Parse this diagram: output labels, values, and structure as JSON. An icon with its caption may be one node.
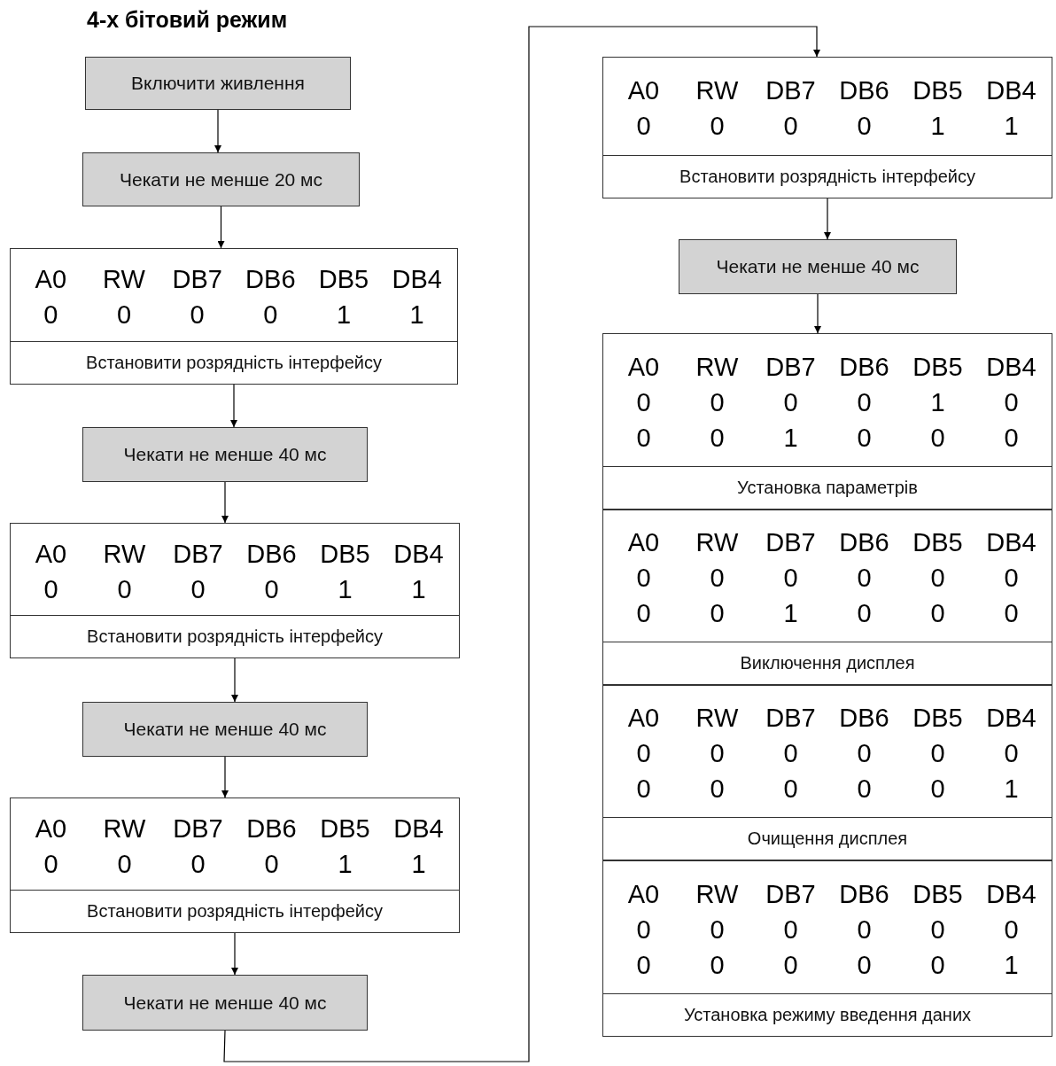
{
  "diagram": {
    "title": "4-х бітовий режим",
    "nodes": [
      {
        "text": [
          "Включити живлення"
        ]
      },
      {
        "text": [
          "Чекати не менше 20 мс"
        ]
      },
      {
        "text": [
          "A0",
          "RW",
          "DB7",
          "DB6",
          "DB5",
          "DB4",
          "0",
          "0",
          "0",
          "0",
          "1",
          "1",
          "Встановити розрядність інтерфейсу"
        ]
      },
      {
        "text": [
          "Чекати не менше 40 мс"
        ]
      },
      {
        "text": [
          "A0",
          "RW",
          "DB7",
          "DB6",
          "DB5",
          "DB4",
          "0",
          "0",
          "0",
          "0",
          "1",
          "1",
          "Встановити розрядність інтерфейсу"
        ]
      },
      {
        "text": [
          "Чекати не менше 40 мс"
        ]
      },
      {
        "text": [
          "A0",
          "RW",
          "DB7",
          "DB6",
          "DB5",
          "DB4",
          "0",
          "0",
          "0",
          "0",
          "1",
          "1",
          "Встановити розрядність інтерфейсу"
        ]
      },
      {
        "text": [
          "Чекати не менше 40 мс"
        ]
      },
      {
        "text": [
          "A0",
          "RW",
          "DB7",
          "DB6",
          "DB5",
          "DB4",
          "0",
          "0",
          "0",
          "0",
          "1",
          "1",
          "Встановити розрядність інтерфейсу"
        ]
      },
      {
        "text": [
          "Чекати не менше 40 мс"
        ]
      },
      {
        "text": [
          "A0",
          "RW",
          "DB7",
          "DB6",
          "DB5",
          "DB4",
          "0",
          "0",
          "0",
          "0",
          "1",
          "0",
          "0",
          "0",
          "1",
          "0",
          "0",
          "0",
          "Установка параметрів"
        ]
      },
      {
        "text": [
          "A0",
          "RW",
          "DB7",
          "DB6",
          "DB5",
          "DB4",
          "0",
          "0",
          "0",
          "0",
          "0",
          "0",
          "0",
          "0",
          "1",
          "0",
          "0",
          "0",
          "Виключення дисплея"
        ]
      },
      {
        "text": [
          "A0",
          "RW",
          "DB7",
          "DB6",
          "DB5",
          "DB4",
          "0",
          "0",
          "0",
          "0",
          "0",
          "0",
          "0",
          "0",
          "0",
          "0",
          "0",
          "1",
          "Очищення дисплея"
        ]
      },
      {
        "text": [
          "A0",
          "RW",
          "DB7",
          "DB6",
          "DB5",
          "DB4",
          "0",
          "0",
          "0",
          "0",
          "0",
          "0",
          "0",
          "0",
          "0",
          "0",
          "0",
          "1",
          "Установка режиму введення даних"
        ]
      }
    ],
    "edges": [
      {
        "from": 0,
        "to": 1,
        "arrow": "to"
      },
      {
        "from": 1,
        "to": 2,
        "arrow": "to"
      },
      {
        "from": 2,
        "to": 3,
        "arrow": "to"
      },
      {
        "from": 3,
        "to": 4,
        "arrow": "to"
      },
      {
        "from": 4,
        "to": 5,
        "arrow": "to"
      },
      {
        "from": 5,
        "to": 6,
        "arrow": "to"
      },
      {
        "from": 6,
        "to": 7,
        "arrow": "to"
      },
      {
        "from": 7,
        "to": 8,
        "arrow": "to"
      },
      {
        "from": 8,
        "to": 9,
        "arrow": "to"
      },
      {
        "from": 9,
        "to": 10,
        "arrow": "to"
      }
    ]
  }
}
